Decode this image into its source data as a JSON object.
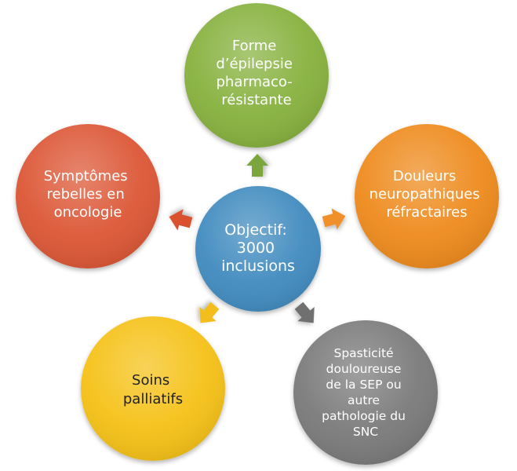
{
  "center": {
    "lines": [
      "Objectif:",
      "3000",
      "inclusions"
    ],
    "color": "#3f8bbf"
  },
  "nodes": [
    {
      "id": "epilepsy",
      "lines": [
        "Forme",
        "d’épilepsie",
        "pharmaco-",
        "résistante"
      ],
      "color": "#86b13c",
      "arrow_color": "#7aa63a"
    },
    {
      "id": "pain",
      "lines": [
        "Douleurs",
        "neuropathiques",
        "réfractaires"
      ],
      "color": "#ee8a1f",
      "arrow_color": "#f0902a"
    },
    {
      "id": "spasticity",
      "lines": [
        "Spasticité",
        "douloureuse",
        "de la SEP ou",
        "autre",
        "pathologie du",
        "SNC"
      ],
      "color": "#7a7a7a",
      "arrow_color": "#6f6f6f"
    },
    {
      "id": "palliative",
      "lines": [
        "Soins",
        "palliatifs"
      ],
      "color": "#f5c117",
      "arrow_color": "#f3bd1c"
    },
    {
      "id": "oncology",
      "lines": [
        "Symptômes",
        "rebelles en",
        "oncologie"
      ],
      "color": "#dc5634",
      "arrow_color": "#d9512f"
    }
  ]
}
